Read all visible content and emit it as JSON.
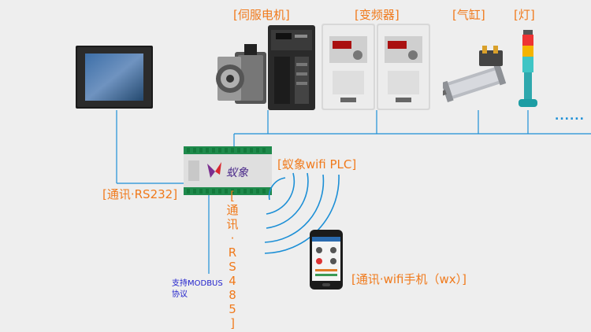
{
  "labels": {
    "servo": "[伺服电机]",
    "inverter": "[变频器]",
    "cylinder": "[气缸]",
    "lamp": "[灯]",
    "plc": "[蚁象wifi PLC]",
    "rs232": "[通讯·RS232]",
    "rs485_chars": [
      "[",
      "通",
      "讯",
      "·",
      "R",
      "S",
      "4",
      "8",
      "5",
      "]"
    ],
    "wifi_phone": "[通讯·wifi手机（wx）]",
    "modbus_note": [
      "支持MODBUS",
      "协议"
    ],
    "ellipsis": "......",
    "plc_logo": "蚁象"
  },
  "colors": {
    "label": "#f07a1c",
    "wire": "#1c8fd6",
    "note": "#2222cc",
    "background": "#eeeeee"
  },
  "icons": [
    "hmi-screen-icon",
    "servo-motor-icon",
    "servo-drive-icon",
    "inverter-icon",
    "air-cylinder-icon",
    "signal-lamp-icon",
    "plc-unit-icon",
    "wifi-waves-icon",
    "smartphone-icon"
  ]
}
